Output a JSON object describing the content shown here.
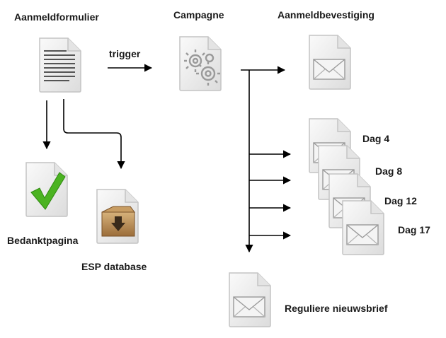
{
  "nodes": {
    "form": {
      "label": "Aanmeldformulier",
      "icon": "document-lines-icon"
    },
    "campaign": {
      "label": "Campagne",
      "icon": "gears-document-icon"
    },
    "confirmation": {
      "label": "Aanmeldbevestiging",
      "icon": "envelope-document-icon"
    },
    "thanks": {
      "label": "Bedanktpagina",
      "icon": "checkmark-document-icon"
    },
    "database": {
      "label": "ESP database",
      "icon": "box-download-document-icon"
    },
    "newsletter": {
      "label": "Reguliere nieuwsbrief",
      "icon": "envelope-document-icon"
    }
  },
  "sequence": [
    {
      "label": "Dag 4"
    },
    {
      "label": "Dag 8"
    },
    {
      "label": "Dag 12"
    },
    {
      "label": "Dag 17"
    }
  ],
  "edges": {
    "trigger_label": "trigger"
  },
  "colors": {
    "arrow": "#000000",
    "doc_fill": "#eeeeee",
    "doc_stroke": "#c8c8c8",
    "check": "#4bb321",
    "box": "#b58a53"
  }
}
